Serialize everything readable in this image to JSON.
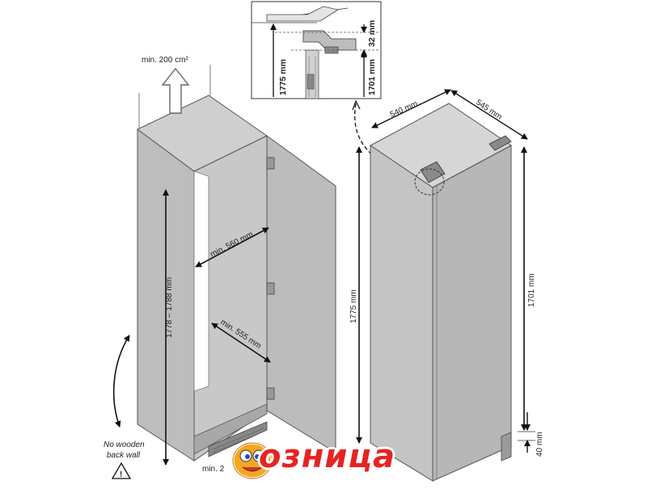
{
  "left": {
    "vent_label": "min. 200 cm²",
    "inner_height": "1778 – 1788 mm",
    "width_top": "min. 560 mm",
    "width_bottom": "min. 555 mm",
    "note_line1": "No wooden",
    "note_line2": "back wall",
    "bottom_vent": "min. 2"
  },
  "inset": {
    "h_total": "1775 mm",
    "h_body": "1701 mm",
    "h_gap": "32 mm"
  },
  "right": {
    "width": "540 mm",
    "depth": "545 mm",
    "height_total": "1775 mm",
    "height_body": "1701 mm",
    "foot": "40 mm"
  },
  "logo": {
    "text": "озница"
  }
}
